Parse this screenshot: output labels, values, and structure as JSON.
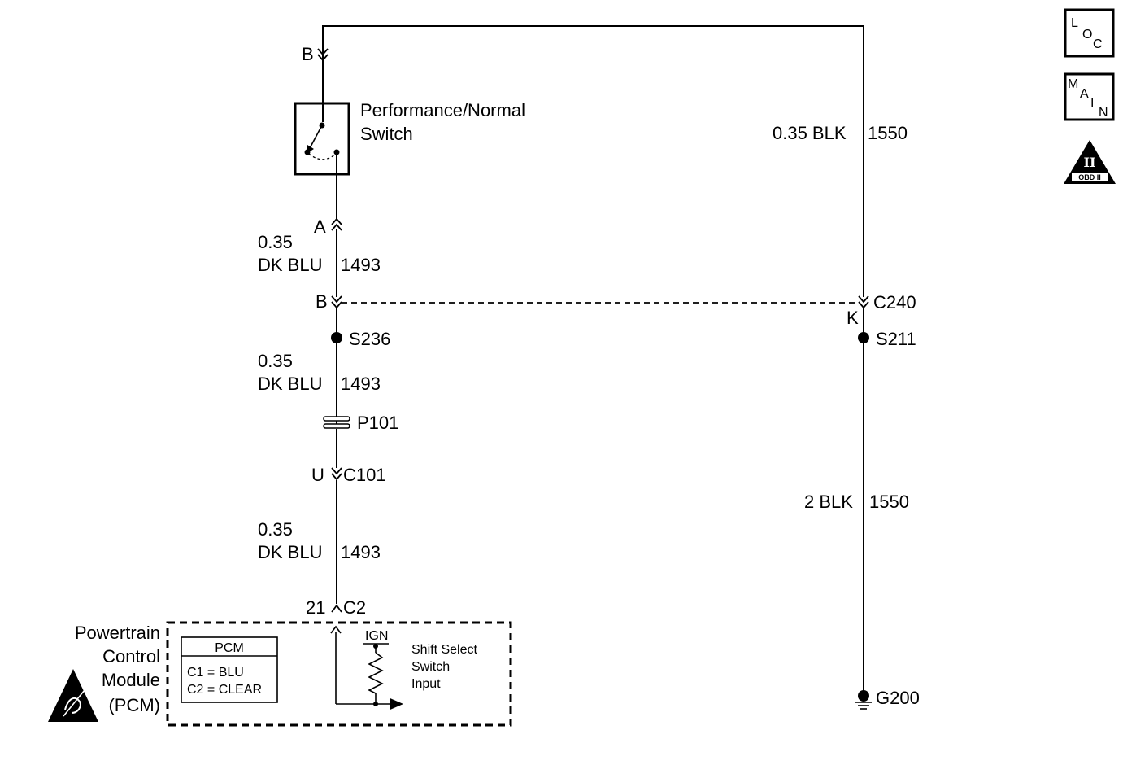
{
  "switch": {
    "name_line1": "Performance/Normal",
    "name_line2": "Switch"
  },
  "left_circuit": {
    "pin_top": "B",
    "pin_a": "A",
    "pin_b": "B",
    "segment1": {
      "gauge": "0.35",
      "color": "DK BLU",
      "circuit": "1493"
    },
    "splice": "S236",
    "segment2": {
      "gauge": "0.35",
      "color": "DK BLU",
      "circuit": "1493"
    },
    "pass_through": "P101",
    "conn_pin": "U",
    "conn_name": "C101",
    "segment3": {
      "gauge": "0.35",
      "color": "DK BLU",
      "circuit": "1493"
    },
    "pcm_pin": "21",
    "pcm_conn": "C2"
  },
  "right_circuit": {
    "top_wire": {
      "label": "0.35 BLK",
      "circuit": "1550"
    },
    "conn_name": "C240",
    "conn_pin": "K",
    "splice": "S211",
    "bottom_wire": {
      "label": "2 BLK",
      "circuit": "1550"
    },
    "ground": "G200"
  },
  "pcm": {
    "label_lines": [
      "Powertrain",
      "Control",
      "Module",
      "(PCM)"
    ],
    "table_title": "PCM",
    "table_rows": [
      "C1 = BLU",
      "C2 = CLEAR"
    ],
    "ign_label": "IGN",
    "input_lines": [
      "Shift Select",
      "Switch",
      "Input"
    ]
  },
  "icons": {
    "loc": {
      "letters": [
        "L",
        "O",
        "C"
      ]
    },
    "main": {
      "letters": [
        "M",
        "A",
        "I",
        "N"
      ]
    },
    "obd": {
      "numeral": "II",
      "caption": "OBD II"
    }
  },
  "colors": {
    "line": "#000000",
    "background": "#ffffff"
  }
}
